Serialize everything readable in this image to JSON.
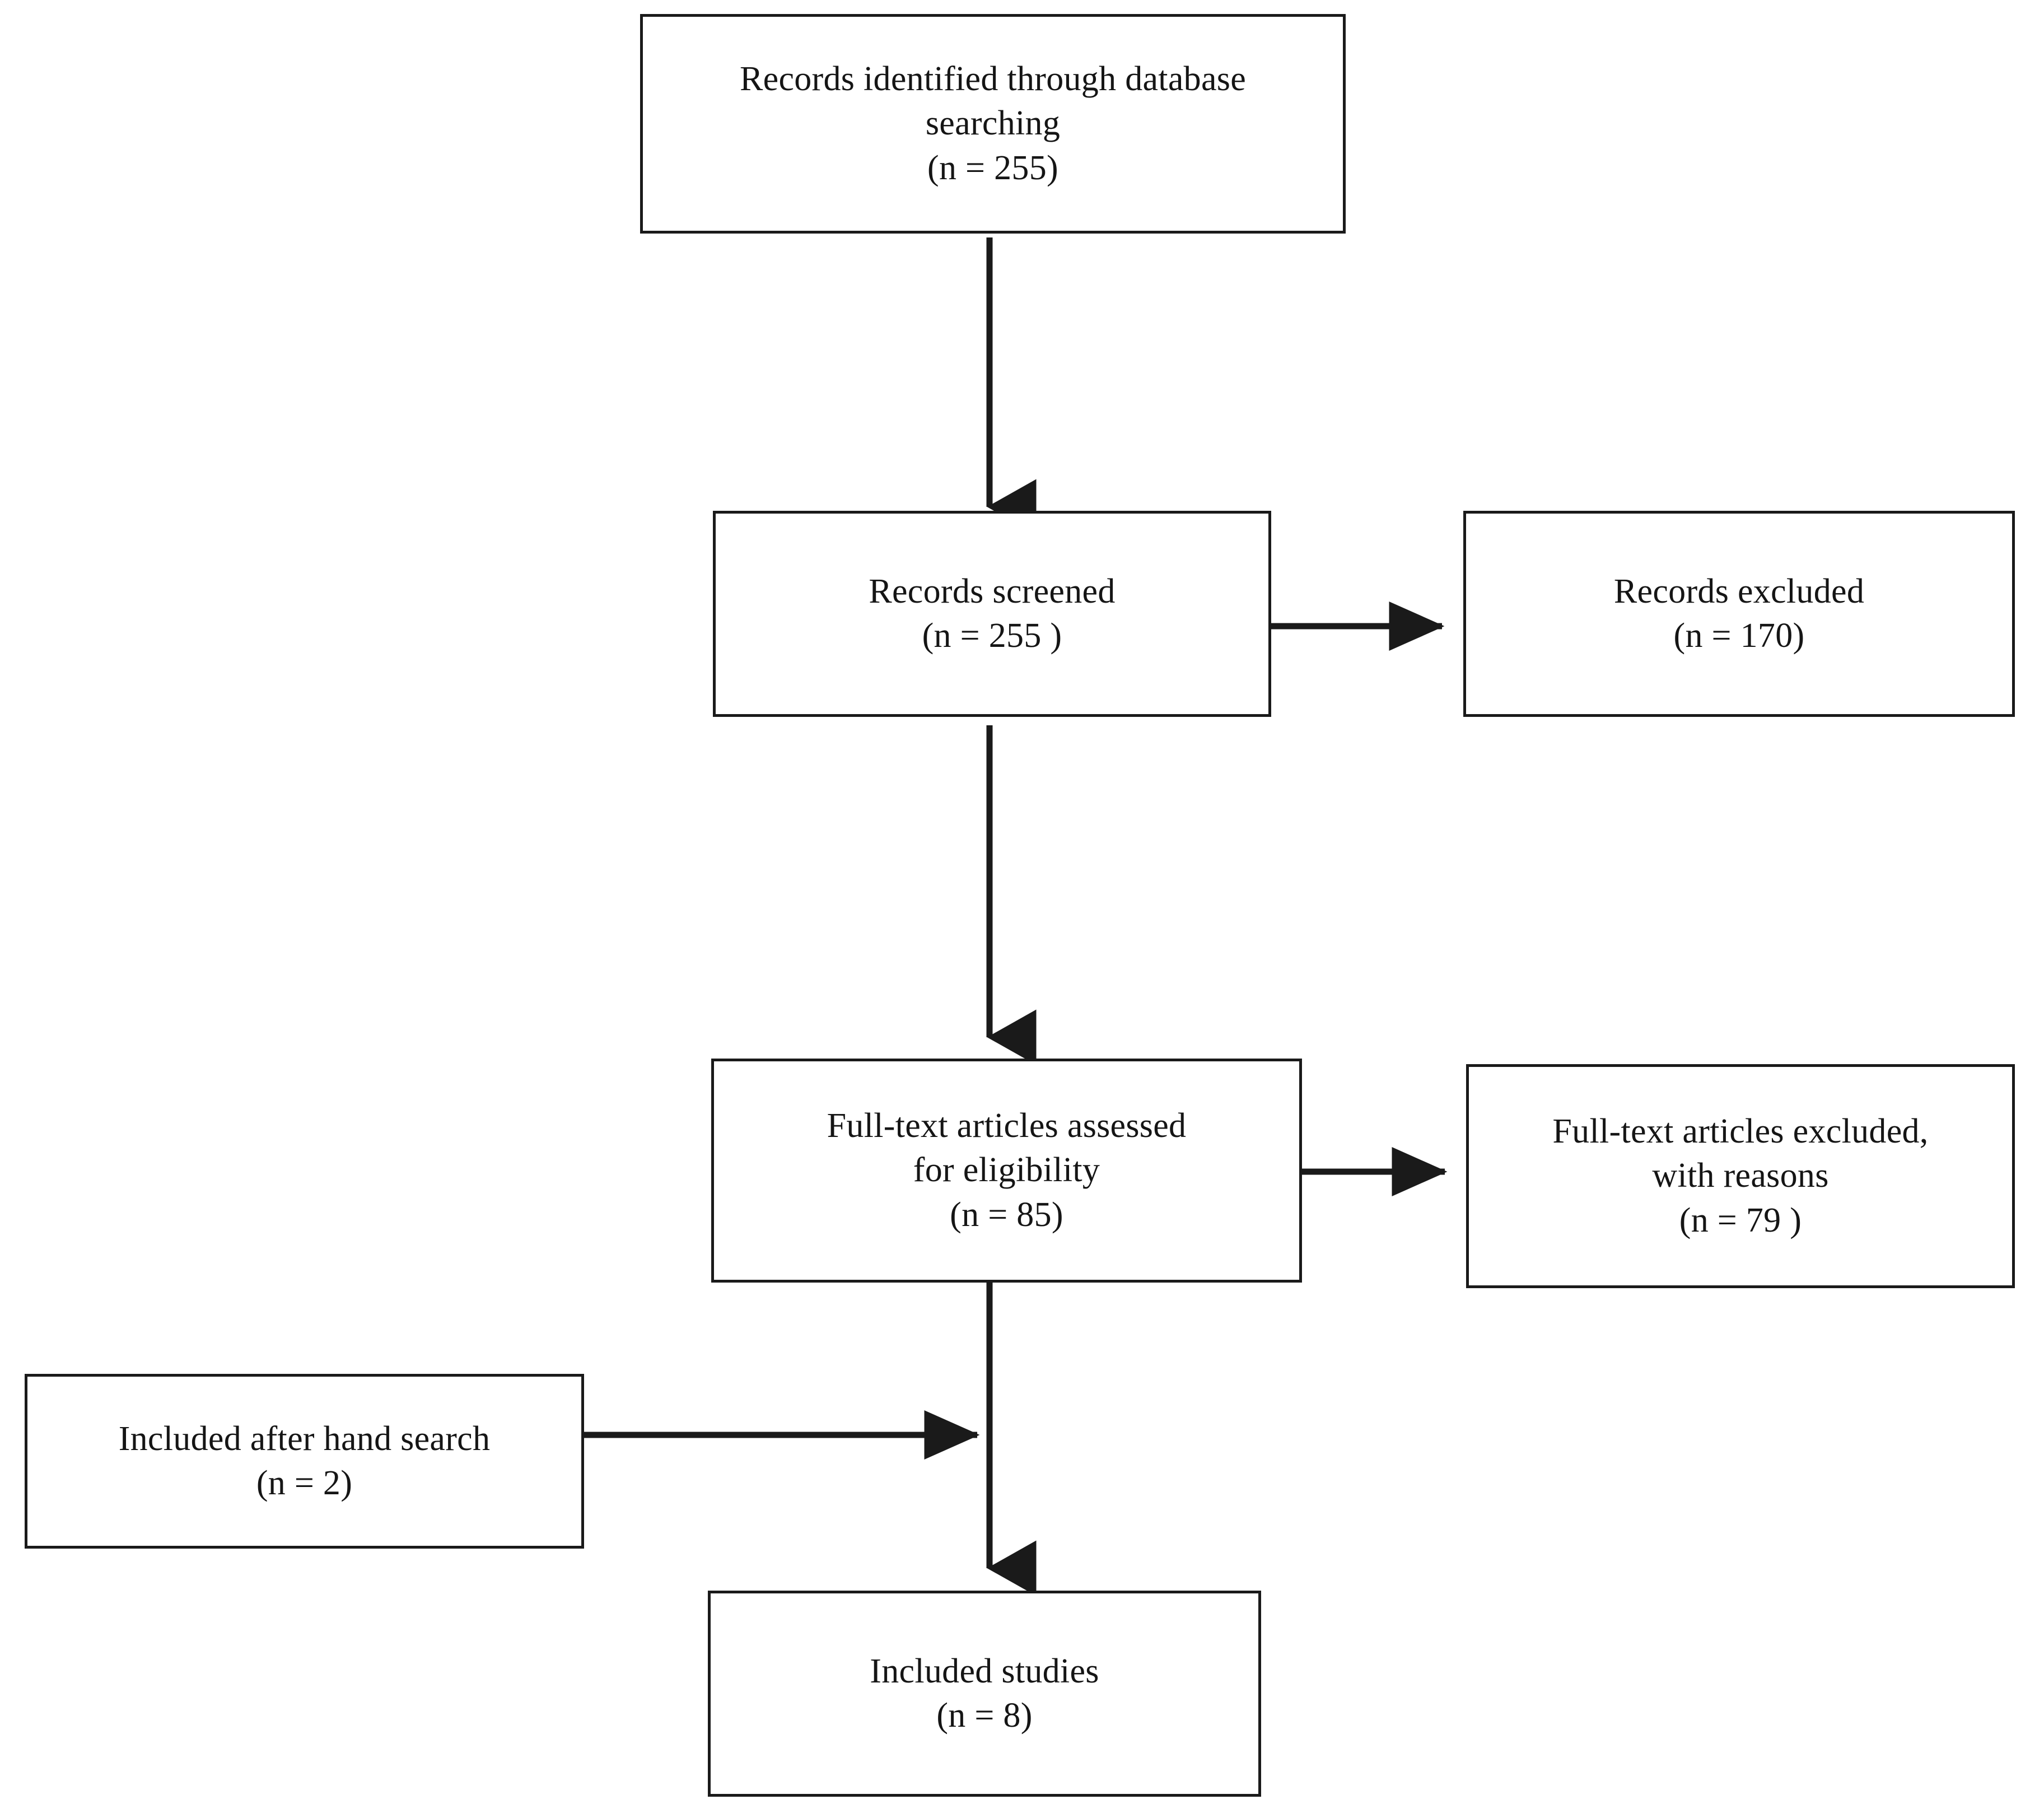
{
  "diagram": {
    "title": "PRISMA study selection flow diagram",
    "line_color": "#1a1a1a",
    "text_color": "#151515",
    "background": "#ffffff",
    "nodes": [
      {
        "id": "identified",
        "name": "records-identified-box",
        "text": "Records identified through database\nsearching\n(n = 255)",
        "label": "Records identified through database searching",
        "count": "(n = 255)",
        "n": 255
      },
      {
        "id": "screened",
        "name": "records-screened-box",
        "text": "Records screened\n(n = 255 )",
        "label": "Records screened",
        "count": "(n = 255 )",
        "n": 255
      },
      {
        "id": "excluded",
        "name": "records-excluded-box",
        "text": "Records excluded\n(n = 170)",
        "label": "Records excluded",
        "count": "(n = 170)",
        "n": 170
      },
      {
        "id": "fulltext",
        "name": "full-text-assessed-box",
        "text": "Full-text articles assessed\nfor eligibility\n(n = 85)",
        "label": "Full-text articles assessed for eligibility",
        "count": "(n = 85)",
        "n": 85
      },
      {
        "id": "fulltext_excluded",
        "name": "full-text-excluded-box",
        "text": "Full-text articles excluded,\nwith reasons\n(n = 79 )",
        "label": "Full-text articles excluded, with reasons",
        "count": "(n = 79 )",
        "n": 79
      },
      {
        "id": "handsearch",
        "name": "included-after-hand-search-box",
        "text": "Included after hand search\n(n = 2)",
        "label": "Included after hand search",
        "count": "(n = 2)",
        "n": 2
      },
      {
        "id": "included",
        "name": "included-studies-box",
        "text": "Included studies\n(n = 8)",
        "label": "Included studies",
        "count": "(n = 8)",
        "n": 8
      }
    ],
    "edges": [
      {
        "from": "identified",
        "to": "screened",
        "direction": "down",
        "arrowhead": true
      },
      {
        "from": "screened",
        "to": "excluded",
        "direction": "right",
        "arrowhead": true
      },
      {
        "from": "screened",
        "to": "fulltext",
        "direction": "down",
        "arrowhead": true
      },
      {
        "from": "fulltext",
        "to": "fulltext_excluded",
        "direction": "right",
        "arrowhead": true
      },
      {
        "from": "fulltext",
        "to": "included",
        "direction": "down",
        "arrowhead": true
      },
      {
        "from": "handsearch",
        "to": "included",
        "direction": "right",
        "arrowhead": true
      }
    ]
  }
}
